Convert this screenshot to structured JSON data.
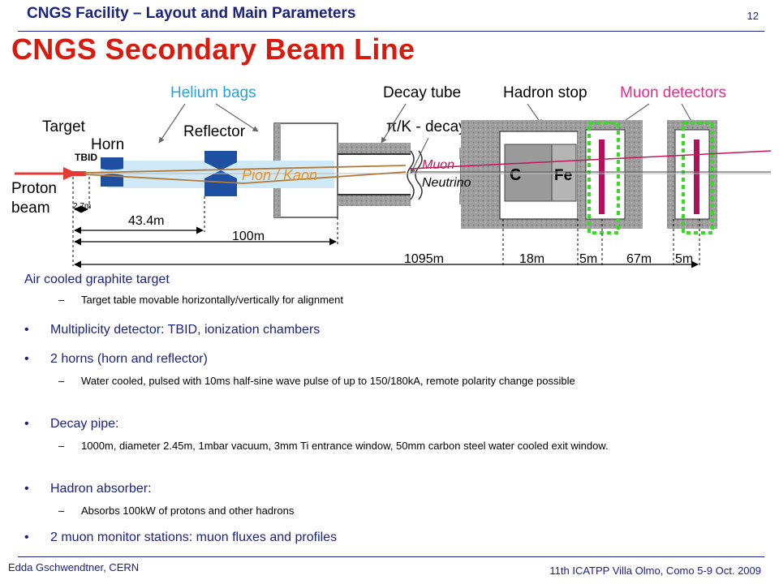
{
  "header": {
    "title": "CNGS Facility – Layout and Main Parameters",
    "page_number": "12"
  },
  "slide_title": "CNGS Secondary Beam Line",
  "diagram": {
    "labels": {
      "helium_bags": "Helium bags",
      "decay_tube": "Decay tube",
      "hadron_stop": "Hadron stop",
      "muon_detectors": "Muon detectors",
      "target": "Target",
      "horn": "Horn",
      "reflector": "Reflector",
      "pi_k_decay": "π/K - decay",
      "tbid": "TBID",
      "pion_kaon": "Pion / Kaon",
      "muon": "Muon",
      "neutrino": "Neutrino",
      "carbon": "C",
      "iron": "Fe",
      "proton": "Proton",
      "beam": "beam"
    },
    "dimensions": {
      "d1": "2.7m",
      "d2": "43.4m",
      "d3": "100m",
      "d4": "1095m",
      "d5": "18m",
      "d6": "5m",
      "d7": "67m",
      "d8": "5m"
    },
    "colors": {
      "helium_label": "#29a3d6",
      "muon_label": "#e0308a",
      "arrow_red": "#e53935",
      "detector_magenta": "#b0115a",
      "detector_frame": "#33dd22",
      "horn_blue": "#1e4fa0",
      "helium_fill": "#cfeaf6",
      "rock": "#9e9e9e"
    }
  },
  "bullets": [
    {
      "type": "plain",
      "text": "Air cooled graphite target"
    },
    {
      "type": "sub",
      "text": "Target table movable horizontally/vertically for alignment"
    },
    {
      "type": "bullet",
      "text": "Multiplicity detector: TBID, ionization chambers"
    },
    {
      "type": "bullet",
      "text": "2 horns (horn and reflector)"
    },
    {
      "type": "sub",
      "text": "Water cooled, pulsed with 10ms half-sine wave pulse of up to 150/180kA, remote polarity change possible"
    },
    {
      "type": "bullet",
      "text": "Decay pipe:"
    },
    {
      "type": "sub",
      "text": "1000m, diameter 2.45m, 1mbar vacuum, 3mm Ti entrance window, 50mm carbon steel water cooled exit window."
    },
    {
      "type": "bullet",
      "text": "Hadron absorber:"
    },
    {
      "type": "sub",
      "text": "Absorbs 100kW of protons and other hadrons"
    },
    {
      "type": "bullet",
      "text": "2 muon monitor stations: muon fluxes and profiles"
    }
  ],
  "footer": {
    "left": "Edda Gschwendtner, CERN",
    "right": "11th ICATPP Villa Olmo, Como 5-9 Oct. 2009"
  }
}
